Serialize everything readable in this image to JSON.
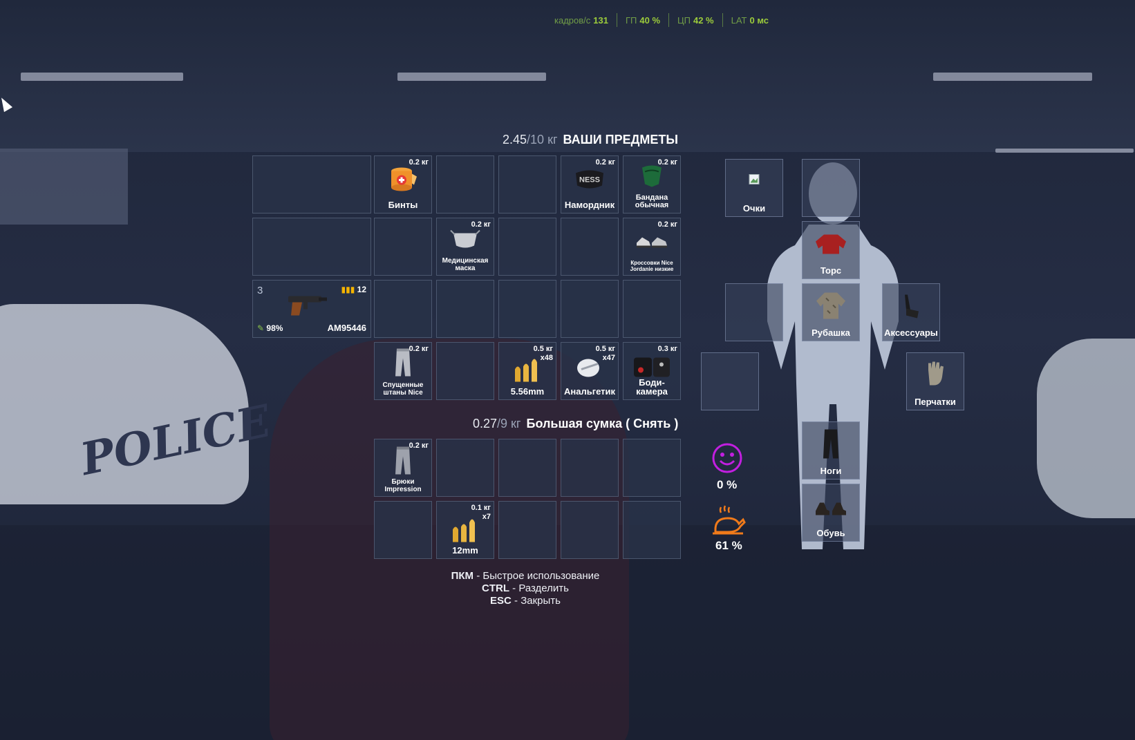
{
  "stats": [
    {
      "label": "кадров/с",
      "value": "131"
    },
    {
      "label": "ГП",
      "value": "40 %"
    },
    {
      "label": "ЦП",
      "value": "42 %"
    },
    {
      "label": "LAT",
      "value": "0 мс"
    }
  ],
  "inventory": {
    "weight_current": "2.45",
    "weight_max": "/10 кг",
    "title": "ВАШИ ПРЕДМЕТЫ",
    "weapon": {
      "slot": "3",
      "ammo": "12",
      "durability": "98%",
      "serial": "AM95446"
    },
    "items": {
      "bandage": {
        "weight": "0.2 кг",
        "label": "Бинты"
      },
      "muzzle": {
        "weight": "0.2 кг",
        "label": "Намордник"
      },
      "bandana": {
        "weight": "0.2 кг",
        "label": "Бандана обычная"
      },
      "medmask": {
        "weight": "0.2 кг",
        "label": "Медицинская маска"
      },
      "sneakers": {
        "weight": "0.2 кг",
        "label": "Кроссовки Nice Jordanie низкие"
      },
      "pants": {
        "weight": "0.2 кг",
        "label": "Спущенные штаны Nice"
      },
      "ammo556": {
        "weight": "0.5 кг",
        "qty": "x48",
        "label": "5.56mm"
      },
      "painkiller": {
        "weight": "0.5 кг",
        "qty": "x47",
        "label": "Анальгетик"
      },
      "bodycam": {
        "weight": "0.3 кг",
        "label": "Боди-камера"
      }
    }
  },
  "bag": {
    "weight_current": "0.27",
    "weight_max": "/9 кг",
    "title": "Большая сумка ( Снять )",
    "items": {
      "trousers": {
        "weight": "0.2 кг",
        "label": "Брюки Impression"
      },
      "ammo12": {
        "weight": "0.1 кг",
        "qty": "x7",
        "label": "12mm"
      }
    }
  },
  "hints": [
    {
      "key": "ПКМ",
      "text": " - Быстрое использование"
    },
    {
      "key": "CTRL",
      "text": " - Разделить"
    },
    {
      "key": "ESC",
      "text": " - Закрыть"
    }
  ],
  "status": {
    "mood": "0 %",
    "hunger": "61 %"
  },
  "equipment": {
    "glasses": "Очки",
    "torso": "Торс",
    "shirt": "Рубашка",
    "accessories": "Аксессуары",
    "gloves": "Перчатки",
    "legs": "Ноги",
    "shoes": "Обувь"
  },
  "colors": {
    "stat_green": "#8bc34a",
    "mood_purple": "#c21fe0",
    "hunger_orange": "#f07a1a",
    "ammo_gold": "#f5b400"
  }
}
